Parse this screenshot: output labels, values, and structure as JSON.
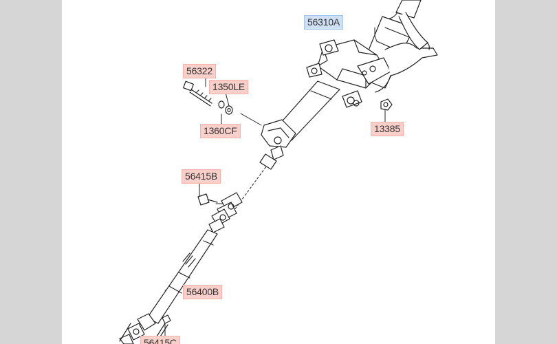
{
  "diagram": {
    "callouts": [
      {
        "id": "56310A",
        "label": "56310A",
        "selected": true
      },
      {
        "id": "56322",
        "label": "56322",
        "selected": false
      },
      {
        "id": "1350LE",
        "label": "1350LE",
        "selected": false
      },
      {
        "id": "1360CF",
        "label": "1360CF",
        "selected": false
      },
      {
        "id": "13385",
        "label": "13385",
        "selected": false
      },
      {
        "id": "56415B",
        "label": "56415B",
        "selected": false
      },
      {
        "id": "56400B",
        "label": "56400B",
        "selected": false
      },
      {
        "id": "56415C",
        "label": "56415C",
        "selected": false
      }
    ]
  },
  "colors": {
    "callout_fill": "#f9cfca",
    "callout_selected_fill": "#cfe0f4",
    "sheet_bg": "#ffffff",
    "page_bg": "#d6d6d6",
    "line": "#222222"
  }
}
